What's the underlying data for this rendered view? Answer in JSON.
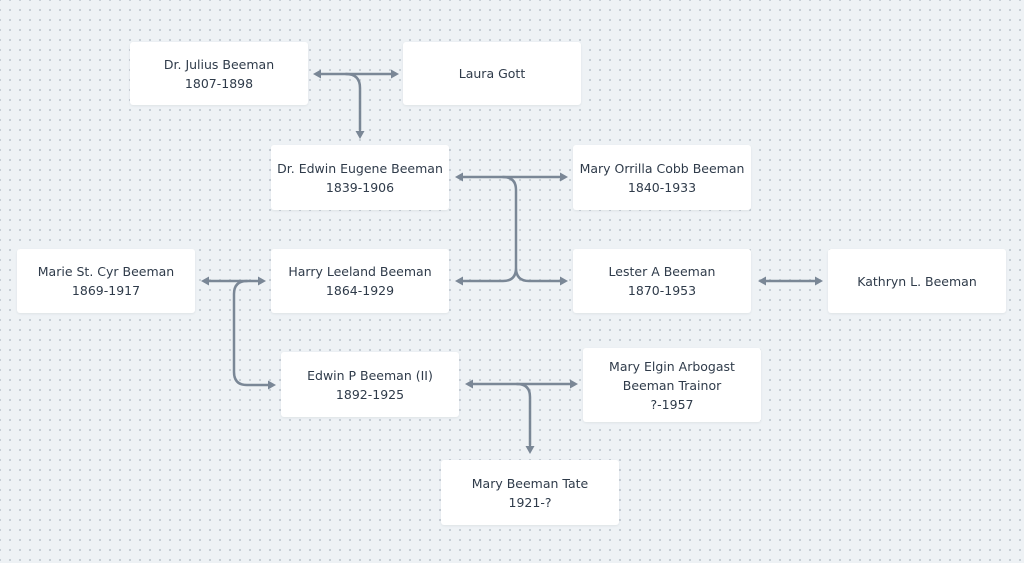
{
  "nodes": {
    "julius": {
      "name": "Dr. Julius Beeman",
      "line2": "",
      "dates": "1807-1898"
    },
    "laura": {
      "name": "Laura Gott",
      "line2": "",
      "dates": ""
    },
    "edwin": {
      "name": "Dr. Edwin Eugene Beeman",
      "line2": "",
      "dates": "1839-1906"
    },
    "orrilla": {
      "name": "Mary Orrilla Cobb Beeman",
      "line2": "",
      "dates": "1840-1933"
    },
    "marie": {
      "name": "Marie St. Cyr Beeman",
      "line2": "",
      "dates": "1869-1917"
    },
    "harry": {
      "name": "Harry Leeland Beeman",
      "line2": "",
      "dates": "1864-1929"
    },
    "lester": {
      "name": "Lester A Beeman",
      "line2": "",
      "dates": "1870-1953"
    },
    "kathryn": {
      "name": "Kathryn L. Beeman",
      "line2": "",
      "dates": ""
    },
    "edwinp": {
      "name": "Edwin P Beeman (II)",
      "line2": "",
      "dates": "1892-1925"
    },
    "elgin": {
      "name": "Mary Elgin Arbogast",
      "line2": "Beeman Trainor",
      "dates": "?-1957"
    },
    "tate": {
      "name": "Mary Beeman Tate",
      "line2": "",
      "dates": "1921-?"
    }
  },
  "colors": {
    "background": "#eef2f5",
    "node_fill": "#ffffff",
    "node_text": "#2f3b4a",
    "connector": "#7a8796"
  }
}
